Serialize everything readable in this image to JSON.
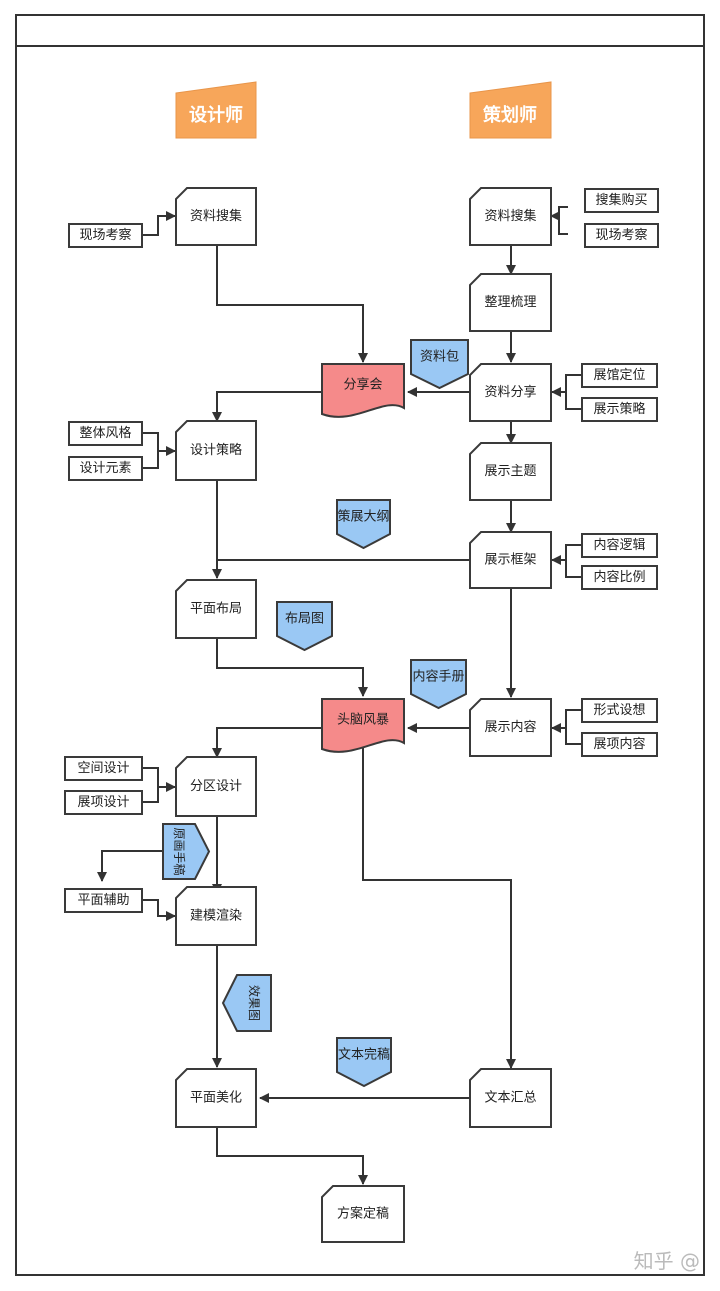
{
  "header_title": "",
  "lanes": {
    "designer": "设计师",
    "planner": "策划师"
  },
  "nodes": {
    "d_collect": "资料搜集",
    "d_site": "现场考察",
    "share": "分享会",
    "d_strategy": "设计策略",
    "d_style": "整体风格",
    "d_elements": "设计元素",
    "d_layout": "平面布局",
    "brainstorm": "头脑风暴",
    "d_zone": "分区设计",
    "d_space": "空间设计",
    "d_exhibit": "展项设计",
    "d_aux": "平面辅助",
    "d_render": "建模渲染",
    "d_beautify": "平面美化",
    "final": "方案定稿",
    "p_collect": "资料搜集",
    "p_buy": "搜集购买",
    "p_site": "现场考察",
    "p_sort": "整理梳理",
    "p_share": "资料分享",
    "p_position": "展馆定位",
    "p_display_strategy": "展示策略",
    "p_theme": "展示主题",
    "p_frame": "展示框架",
    "p_logic": "内容逻辑",
    "p_ratio": "内容比例",
    "p_content": "展示内容",
    "p_form": "形式设想",
    "p_items": "展项内容",
    "p_text": "文本汇总"
  },
  "documents": {
    "material_pack": "资料包",
    "outline": "策展大纲",
    "layout_plan": "布局图",
    "content_manual": "内容手册",
    "sketch": "原画手稿",
    "rendering": "效果图",
    "text_final": "文本完稿"
  },
  "watermark": "知乎 @",
  "colors": {
    "lane": "#f7a65a",
    "doc": "#9ac8f4",
    "hub": "#f58a8a",
    "stroke": "#3a3a3a"
  }
}
